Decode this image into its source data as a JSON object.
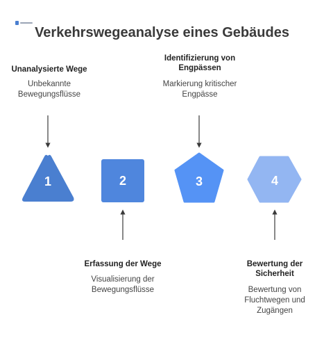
{
  "title": "Verkehrswegeanalyse eines Gebäudes",
  "colors": {
    "step1": "#4a7fd0",
    "step2": "#4f86dd",
    "step3": "#5593f5",
    "step4": "#93b6f2",
    "arrow": "#3a3a3a"
  },
  "steps": [
    {
      "number": "1",
      "shape": "triangle",
      "title": "Unanalysierte Wege",
      "description": "Unbekannte Bewegungsflüsse"
    },
    {
      "number": "2",
      "shape": "square",
      "title": "Erfassung der Wege",
      "description": "Visualisierung der Bewegungsflüsse"
    },
    {
      "number": "3",
      "shape": "pentagon",
      "title": "Identifizierung von Engpässen",
      "description": "Markierung kritischer Engpässe"
    },
    {
      "number": "4",
      "shape": "hexagon",
      "title": "Bewertung der Sicherheit",
      "description": "Bewertung von Fluchtwegen und Zugängen"
    }
  ]
}
